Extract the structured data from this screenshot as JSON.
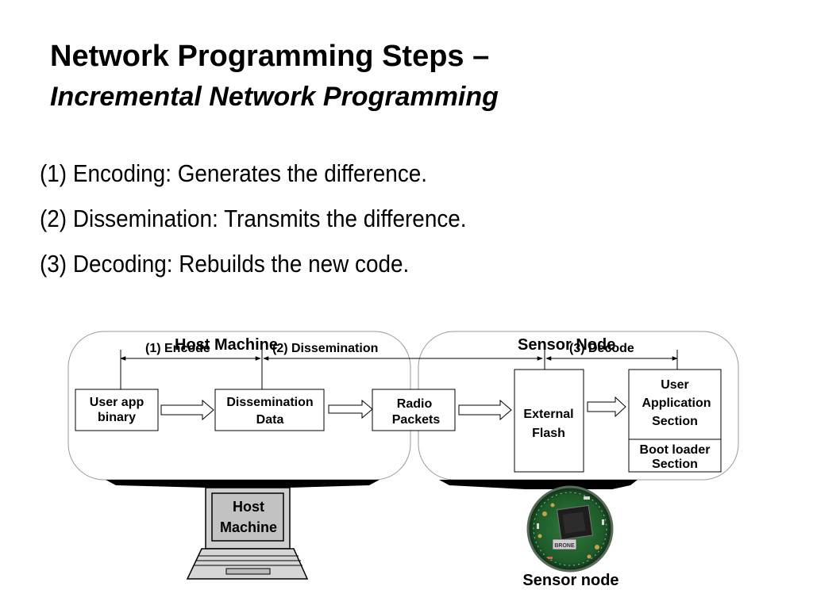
{
  "slide": {
    "title": "Network Programming Steps –",
    "subtitle": "Incremental Network Programming"
  },
  "steps": [
    "(1) Encoding: Generates the difference.",
    "(2) Dissemination: Transmits the difference.",
    "(3) Decoding: Rebuilds the new code."
  ],
  "diagram": {
    "host_group_label": "Host Machine",
    "sensor_group_label": "Sensor Node",
    "phase_encode": "(1) Encode",
    "phase_dissemination": "(2) Dissemination",
    "phase_decode": "(3) Decode",
    "box_user_app_binary": [
      "User app",
      "binary"
    ],
    "box_dissemination_data": [
      "Dissemination",
      "Data"
    ],
    "box_radio_packets": [
      "Radio",
      "Packets"
    ],
    "box_external_flash": [
      "External",
      "Flash"
    ],
    "box_user_app_section": [
      "User",
      "Application",
      "Section"
    ],
    "box_boot_loader_section": [
      "Boot loader",
      "Section"
    ],
    "laptop_screen_label": [
      "Host",
      "Machine"
    ],
    "sensor_photo_chip_label": "BRONE",
    "sensor_caption": "Sensor node"
  }
}
